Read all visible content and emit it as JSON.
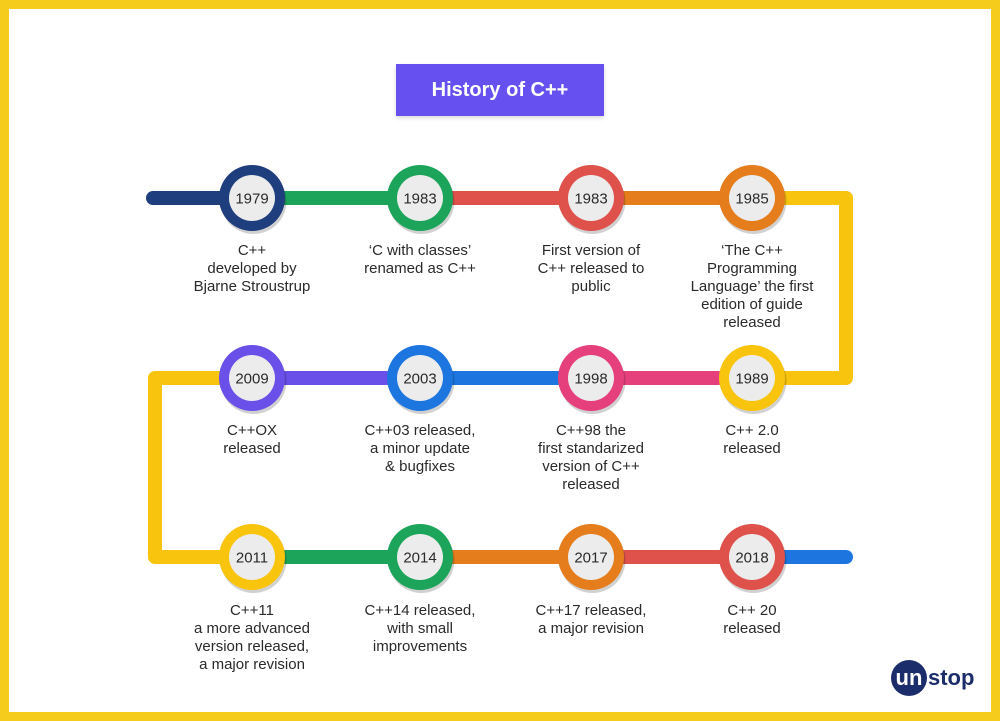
{
  "title": "History of C++",
  "logo": {
    "mark": "un",
    "text": "stop"
  },
  "colors": {
    "frame": "#f5cb1c",
    "title_bg": "#6651f0",
    "navy": "#1f3e7e",
    "green": "#1ca55a",
    "red": "#df524c",
    "orange": "#e57d1d",
    "yellow": "#f8c40e",
    "purple": "#6a4fe8",
    "blue": "#1d76e0",
    "pink": "#e5407b"
  },
  "events": [
    {
      "year": "1979",
      "description": "C++\ndeveloped by\nBjarne Stroustrup",
      "color": "#1f3e7e"
    },
    {
      "year": "1983",
      "description": "‘C with classes’\nrenamed as C++",
      "color": "#1ca55a"
    },
    {
      "year": "1983",
      "description": "First version of\nC++ released to\npublic",
      "color": "#df524c"
    },
    {
      "year": "1985",
      "description": "‘The C++\nProgramming\nLanguage’ the first\nedition of guide\nreleased",
      "color": "#e57d1d"
    },
    {
      "year": "1989",
      "description": "C++ 2.0\nreleased",
      "color": "#f8c40e"
    },
    {
      "year": "1998",
      "description": "C++98 the\nfirst standarized\nversion of C++\nreleased",
      "color": "#e5407b"
    },
    {
      "year": "2003",
      "description": "C++03 released,\na minor update\n& bugfixes",
      "color": "#1d76e0"
    },
    {
      "year": "2009",
      "description": "C++OX\nreleased",
      "color": "#6a4fe8"
    },
    {
      "year": "2011",
      "description": "C++11\na more advanced\nversion released,\na major revision",
      "color": "#f8c40e"
    },
    {
      "year": "2014",
      "description": "C++14 released,\nwith small\nimprovements",
      "color": "#1ca55a"
    },
    {
      "year": "2017",
      "description": "C++17 released,\na major revision",
      "color": "#e57d1d"
    },
    {
      "year": "2018",
      "description": "C++ 20\nreleased",
      "color": "#df524c"
    }
  ]
}
